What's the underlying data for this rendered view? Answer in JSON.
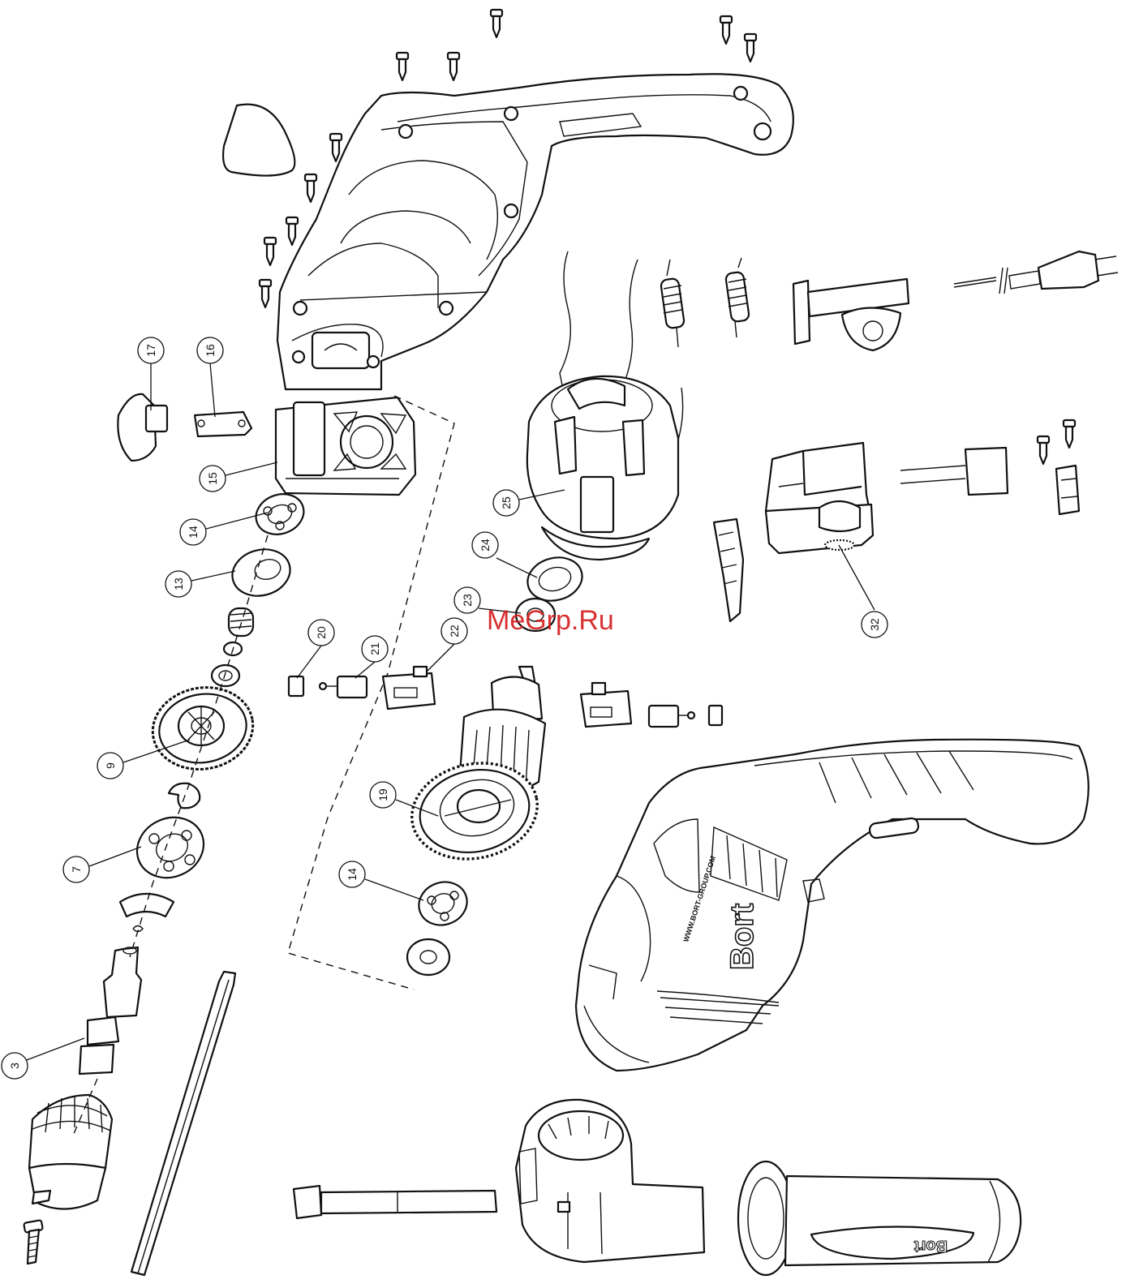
{
  "diagram": {
    "callouts": [
      {
        "id": "c17",
        "label": "17"
      },
      {
        "id": "c16",
        "label": "16"
      },
      {
        "id": "c15",
        "label": "15"
      },
      {
        "id": "c14a",
        "label": "14"
      },
      {
        "id": "c13",
        "label": "13"
      },
      {
        "id": "c20",
        "label": "20"
      },
      {
        "id": "c21",
        "label": "21"
      },
      {
        "id": "c22",
        "label": "22"
      },
      {
        "id": "c23",
        "label": "23"
      },
      {
        "id": "c24",
        "label": "24"
      },
      {
        "id": "c25",
        "label": "25"
      },
      {
        "id": "c9",
        "label": "9"
      },
      {
        "id": "c19",
        "label": "19"
      },
      {
        "id": "c7",
        "label": "7"
      },
      {
        "id": "c14b",
        "label": "14"
      },
      {
        "id": "c3",
        "label": "3"
      },
      {
        "id": "c32",
        "label": "32"
      }
    ]
  },
  "watermark": "MeGrp.Ru",
  "branding": {
    "body_logo": "Bort",
    "body_url": "WWW.BORT-GROUP.COM",
    "handle_logo": "Bort"
  }
}
